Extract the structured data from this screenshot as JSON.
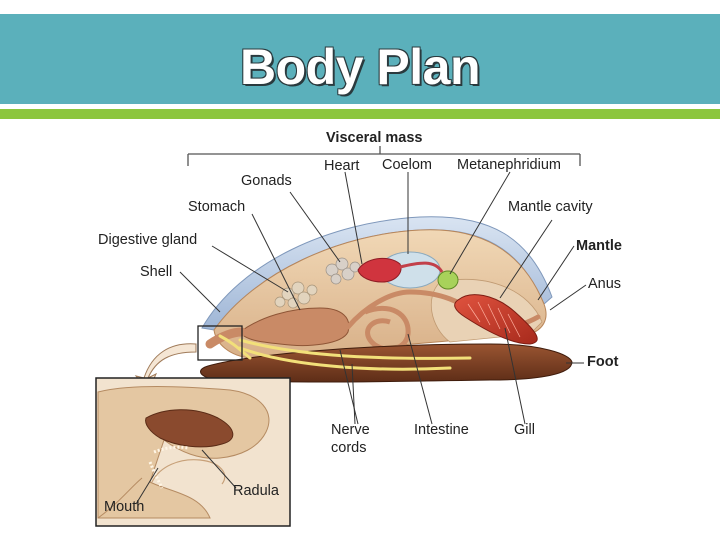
{
  "slide": {
    "title": "Body Plan"
  },
  "colors": {
    "title_bar": "#5bb0bb",
    "accent_bar": "#8cc63e",
    "foot": "#7b3e22",
    "mantle": "#d9b48a",
    "shell": "#b8cbe3",
    "heart": "#d0343e",
    "gill": "#cf3d2c",
    "intestine": "#c98a66",
    "nerve": "#f2e07a"
  },
  "diagram": {
    "labels": {
      "visceral_mass": "Visceral mass",
      "heart": "Heart",
      "coelom": "Coelom",
      "metanephridium": "Metanephridium",
      "gonads": "Gonads",
      "stomach": "Stomach",
      "mantle_cavity": "Mantle cavity",
      "digestive_gland": "Digestive gland",
      "mantle": "Mantle",
      "shell": "Shell",
      "anus": "Anus",
      "foot": "Foot",
      "nerve": "Nerve",
      "cords": "cords",
      "intestine": "Intestine",
      "gill": "Gill",
      "mouth": "Mouth",
      "radula": "Radula"
    }
  }
}
